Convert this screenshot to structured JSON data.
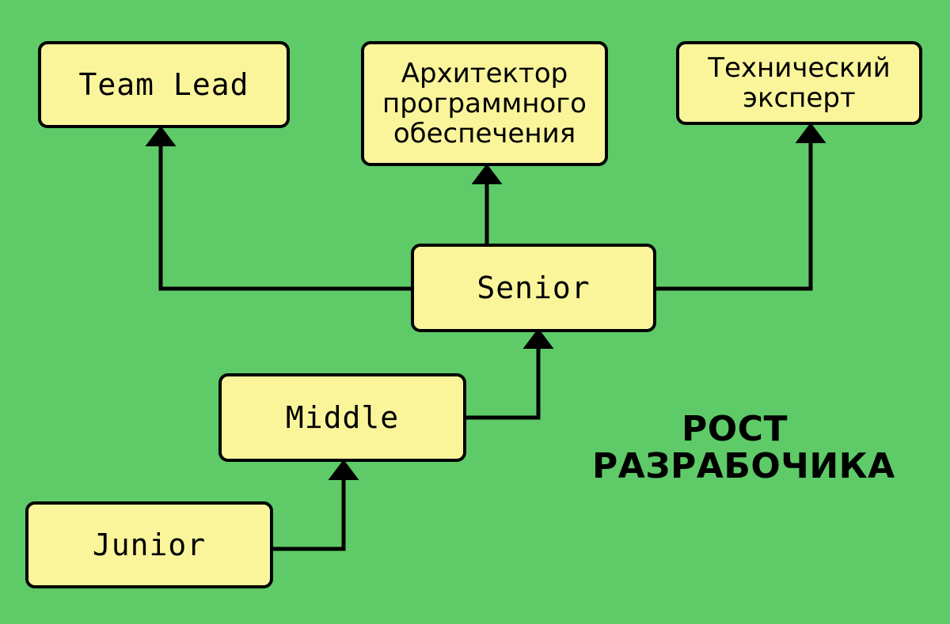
{
  "canvas": {
    "background_color": "#5ECB68",
    "node_fill_color": "#FAF59B",
    "node_border_color": "#000000",
    "connector_color": "#000000"
  },
  "nodes": {
    "team_lead": {
      "label": "Team Lead"
    },
    "architect": {
      "label": "Архитектор\nпрограммного\nобеспечения"
    },
    "tech_expert": {
      "label": "Технический\nэксперт"
    },
    "senior": {
      "label": "Senior"
    },
    "middle": {
      "label": "Middle"
    },
    "junior": {
      "label": "Junior"
    }
  },
  "caption": {
    "text": "РОСТ\nРАЗРАБОЧИКА"
  },
  "chart_data": {
    "type": "diagram",
    "title": "РОСТ РАЗРАБОЧИКА",
    "nodes": [
      {
        "id": "junior",
        "label": "Junior",
        "level": 1
      },
      {
        "id": "middle",
        "label": "Middle",
        "level": 2
      },
      {
        "id": "senior",
        "label": "Senior",
        "level": 3
      },
      {
        "id": "team_lead",
        "label": "Team Lead",
        "level": 4
      },
      {
        "id": "architect",
        "label": "Архитектор программного обеспечения",
        "level": 4
      },
      {
        "id": "tech_expert",
        "label": "Технический эксперт",
        "level": 4
      }
    ],
    "edges": [
      {
        "from": "junior",
        "to": "middle"
      },
      {
        "from": "middle",
        "to": "senior"
      },
      {
        "from": "senior",
        "to": "team_lead"
      },
      {
        "from": "senior",
        "to": "architect"
      },
      {
        "from": "senior",
        "to": "tech_expert"
      }
    ]
  }
}
